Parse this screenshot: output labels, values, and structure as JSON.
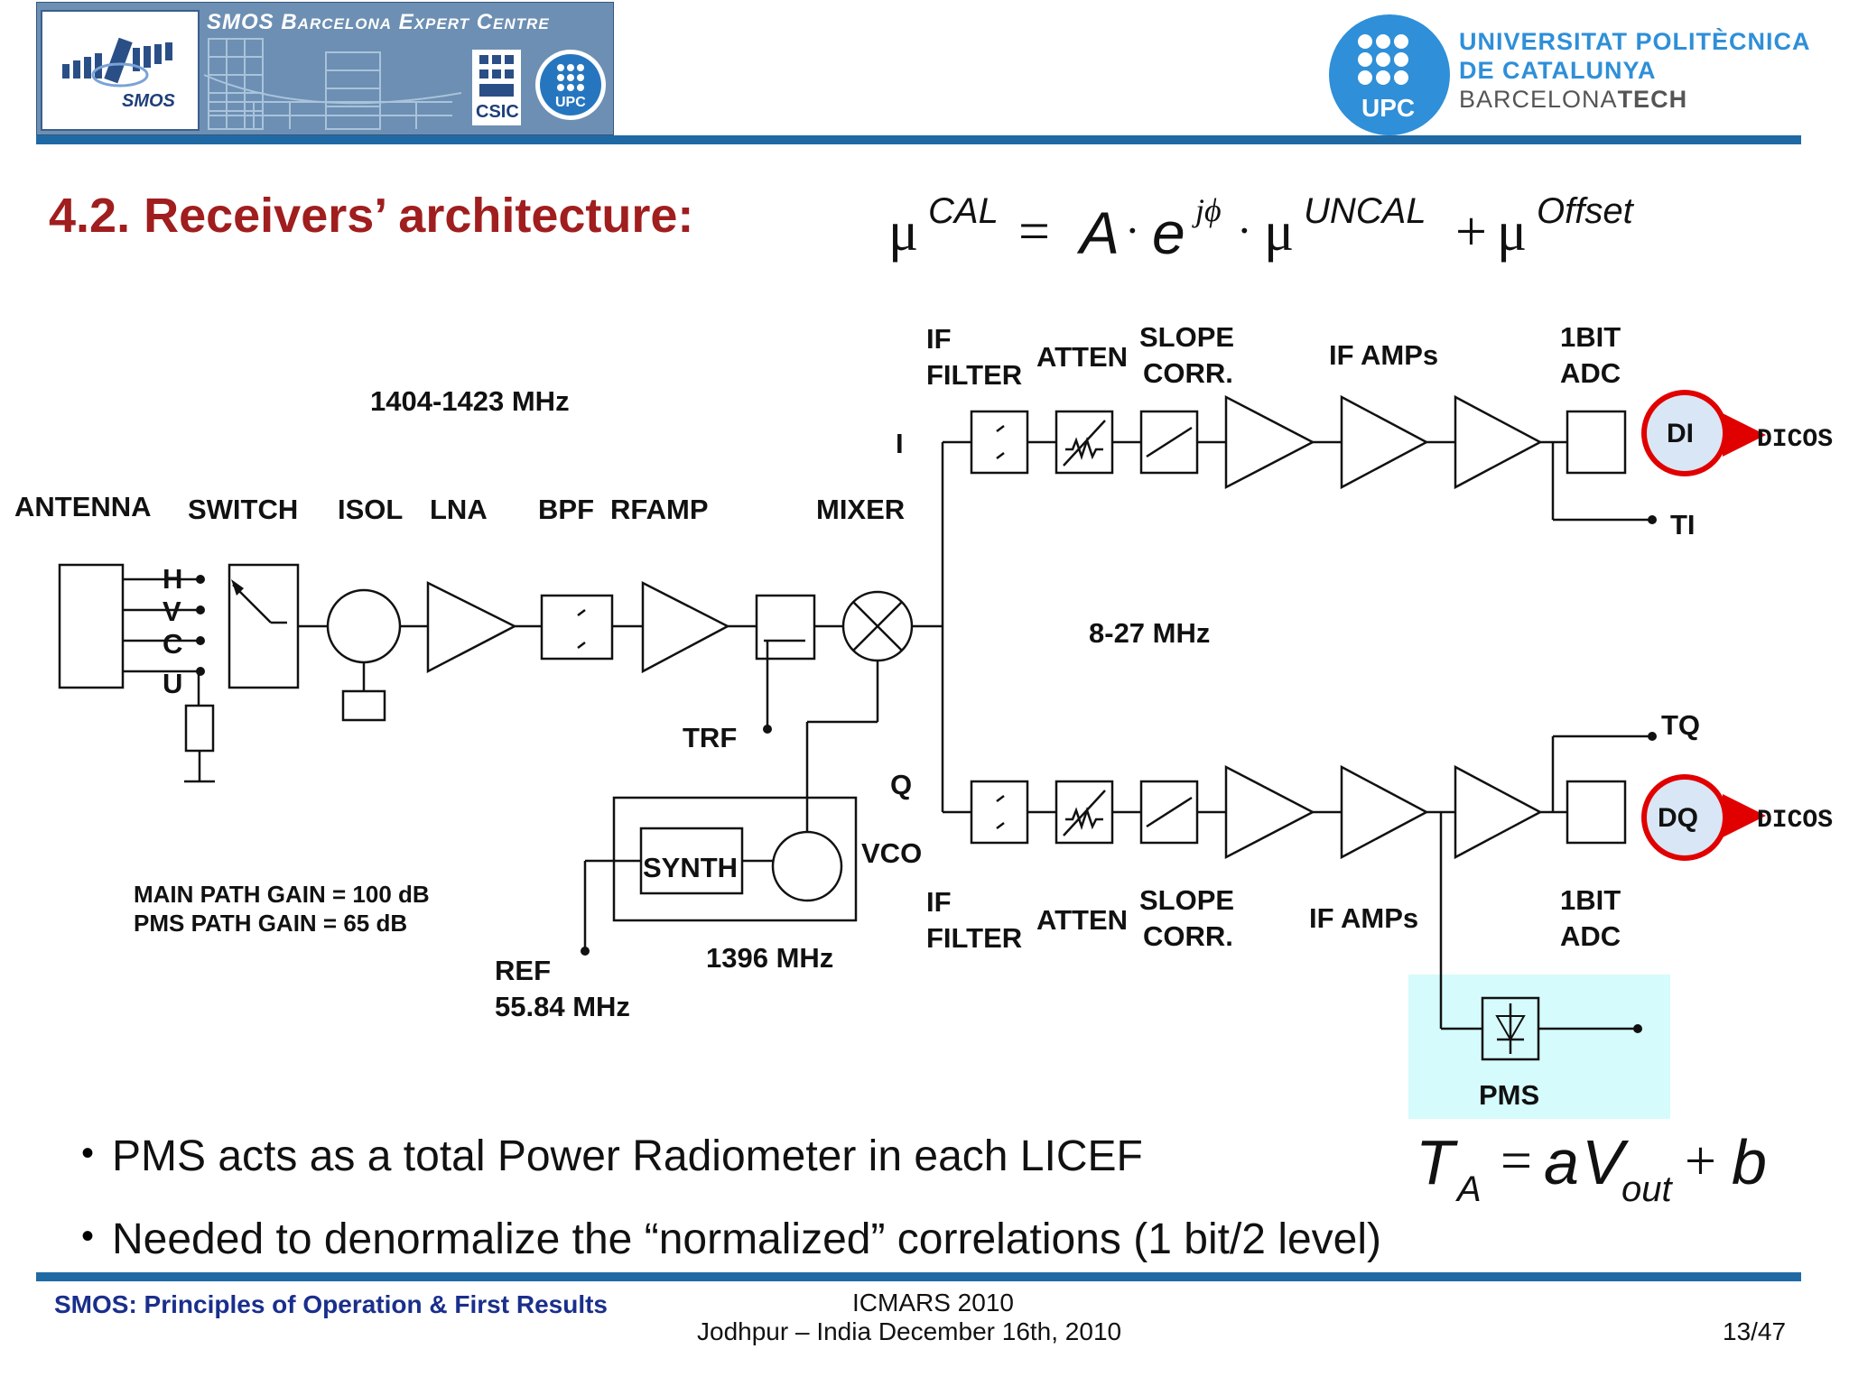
{
  "header": {
    "smos_banner_title": "SMOS Barcelona Expert Centre",
    "smos_logo_text": "SMOS",
    "csic_logo_text": "CSIC",
    "upc_small_logo_text": "UPC",
    "upc_logo_text": "UPC",
    "university_line1": "UNIVERSITAT POLITÈCNICA",
    "university_line2": "DE CATALUNYA",
    "university_line3_a": "BARCELONA",
    "university_line3_b": "TECH"
  },
  "slide": {
    "title": "4.2. Receivers’ architecture:",
    "colors": {
      "title": "#a01e1e",
      "rule": "#1f6aa5",
      "footer_left": "#1a2f8c",
      "dicos_arrow": "#e00000",
      "pms_box": "#d6fbfc"
    }
  },
  "equation_main": {
    "mu": "μ",
    "cal": "CAL",
    "equals": "=",
    "A": "A",
    "dot": "·",
    "e": "e",
    "jphi": "jϕ",
    "uncal": "UNCAL",
    "plus": "+",
    "offset": "Offset"
  },
  "equation_ta": {
    "T": "T",
    "A_sub": "A",
    "equals": "=",
    "a": "a",
    "V": "V",
    "out_sub": "out",
    "plus": "+",
    "b": "b"
  },
  "diagram": {
    "freq_rf": "1404-1423 MHz",
    "antenna": "ANTENNA",
    "switch": "SWITCH",
    "isol": "ISOL",
    "lna": "LNA",
    "bpf": "BPF",
    "rfamp": "RFAMP",
    "mixer": "MIXER",
    "i_branch": "I",
    "q_branch": "Q",
    "port_h": "H",
    "port_v": "V",
    "port_c": "C",
    "port_u": "U",
    "trf": "TRF",
    "synth": "SYNTH",
    "vco": "VCO",
    "lo_freq": "1396 MHz",
    "ref": "REF",
    "ref_freq": "55.84 MHz",
    "main_gain": "MAIN PATH GAIN = 100 dB",
    "pms_gain": "PMS PATH GAIN = 65 dB",
    "if_freq": "8-27 MHz",
    "if_filter_1": "IF",
    "if_filter_2": "FILTER",
    "atten": "ATTEN",
    "slope_1": "SLOPE",
    "slope_2": "CORR.",
    "if_amps": "IF AMPs",
    "adc_1": "1BIT",
    "adc_2": "ADC",
    "di": "DI",
    "dq": "DQ",
    "dicos": "DICOS",
    "ti": "TI",
    "tq": "TQ",
    "pms": "PMS"
  },
  "bullets": [
    "PMS acts as a total Power Radiometer in each LICEF",
    "Needed to denormalize the “normalized” correlations (1 bit/2 level)"
  ],
  "footer": {
    "left": "SMOS: Principles of Operation & First Results",
    "center_line1": "ICMARS 2010",
    "center_line2": "Jodhpur – India December 16th, 2010",
    "page": "13/47"
  }
}
